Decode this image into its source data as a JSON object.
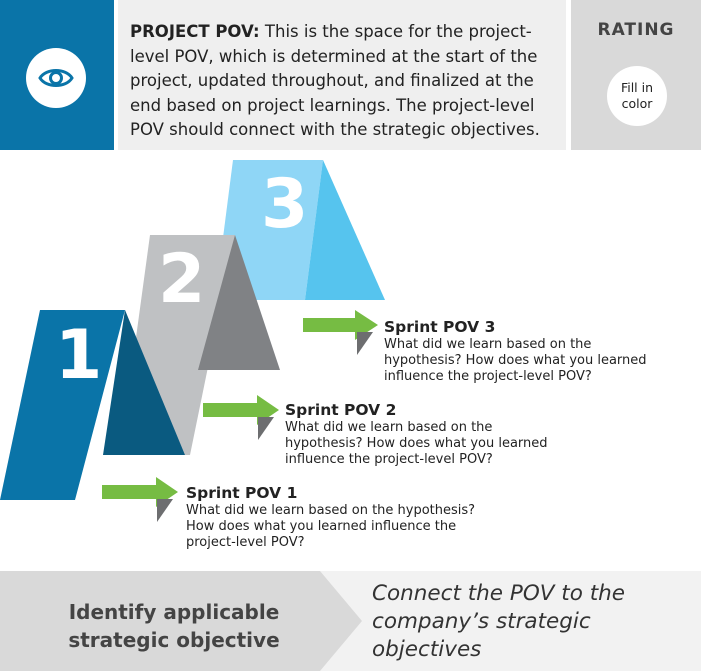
{
  "header": {
    "icon": "eye-icon",
    "pov_label": "PROJECT POV:",
    "pov_text": " This is the space for the project-level POV, which is determined at the start of the project, updated throughout, and finalized at the end based on project learnings. The project-level POV should connect with the strategic objectives.",
    "rating_title": "RATING",
    "rating_line1": "Fill in",
    "rating_line2": "color"
  },
  "ribbons": [
    {
      "number": "1",
      "color": "#0a74a8"
    },
    {
      "number": "2",
      "color": "#b3b5b7"
    },
    {
      "number": "3",
      "color": "#7fcdf2"
    }
  ],
  "sprints": [
    {
      "title": "Sprint POV 3",
      "desc_lines": [
        "What did we learn based on the",
        "hypothesis? How does what you learned",
        "influence the project-level POV?"
      ]
    },
    {
      "title": "Sprint POV 2",
      "desc_lines": [
        "What did we learn based on the",
        "hypothesis? How does what you learned",
        "influence the project-level POV?"
      ]
    },
    {
      "title": "Sprint POV 1",
      "desc_lines": [
        "What did we learn based on the hypothesis?",
        "How does what you learned influence the",
        "project-level POV?"
      ]
    }
  ],
  "colors": {
    "blue": "#0a74a8",
    "arrow_green": "#76bc43"
  },
  "bottom": {
    "objective_line1": "Identify applicable",
    "objective_line2": "strategic objective",
    "connect_line1": "Connect the POV to the",
    "connect_line2": "company’s strategic",
    "connect_line3": "objectives"
  }
}
